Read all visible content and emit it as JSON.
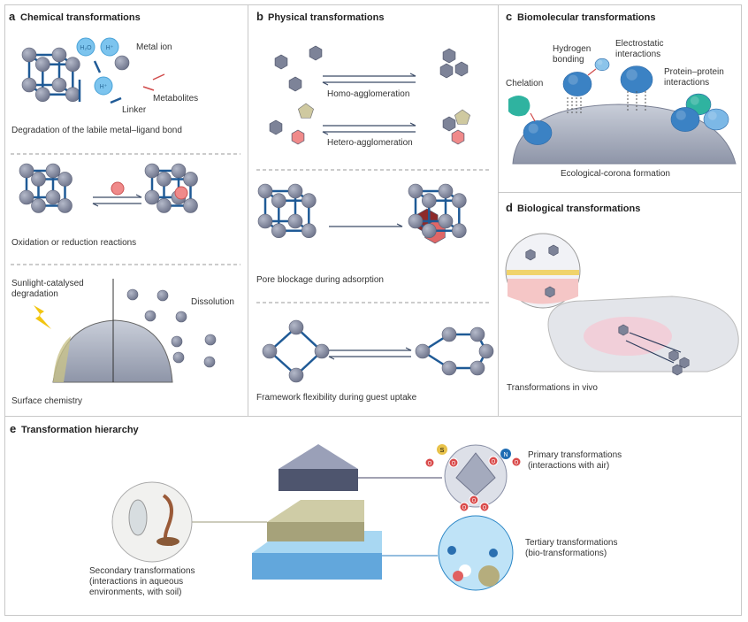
{
  "panels": {
    "a": {
      "letter": "a",
      "title": "Chemical transformations",
      "labels": {
        "metal_ion": "Metal ion",
        "metabolites": "Metabolites",
        "linker": "Linker",
        "h2o": "H₂O",
        "h1": "H⁺",
        "h2": "H⁺"
      },
      "captions": [
        "Degradation of the labile metal–ligand bond",
        "Oxidation or reduction reactions",
        "Surface chemistry"
      ],
      "sunlight": [
        "Sunlight-catalysed",
        "degradation"
      ],
      "dissolution": "Dissolution"
    },
    "b": {
      "letter": "b",
      "title": "Physical transformations",
      "captions": [
        "Homo-agglomeration",
        "Hetero-agglomeration",
        "Pore blockage during adsorption",
        "Framework flexibility during guest uptake"
      ]
    },
    "c": {
      "letter": "c",
      "title": "Biomolecular transformations",
      "hydrogen": [
        "Hydrogen",
        "bonding"
      ],
      "electrostatic": [
        "Electrostatic",
        "interactions"
      ],
      "chelation": "Chelation",
      "protein": [
        "Protein–protein",
        "interactions"
      ],
      "caption": "Ecological-corona formation"
    },
    "d": {
      "letter": "d",
      "title": "Biological transformations",
      "caption": "Transformations in vivo"
    },
    "e": {
      "letter": "e",
      "title": "Transformation hierarchy",
      "primary": [
        "Primary transformations",
        "(interactions with air)"
      ],
      "tertiary": [
        "Tertiary transformations",
        "(bio-transformations)"
      ],
      "secondary": [
        "Secondary transformations",
        "(interactions in aqueous",
        "environments, with soil)"
      ],
      "atoms": {
        "s": "S",
        "n": "N",
        "o": "O"
      }
    }
  },
  "colors": {
    "atom": "#8a90a6",
    "linker": "#1f5a96",
    "ion": "#7cc4ee",
    "metabolite": "#d04a4a",
    "protein": "#3b82c4",
    "chelator": "#2fb3a0",
    "sphere": "#b9bfcc",
    "lightning": "#f2c511",
    "soil": "#b5ad7d",
    "water": "#5bb4e8"
  }
}
